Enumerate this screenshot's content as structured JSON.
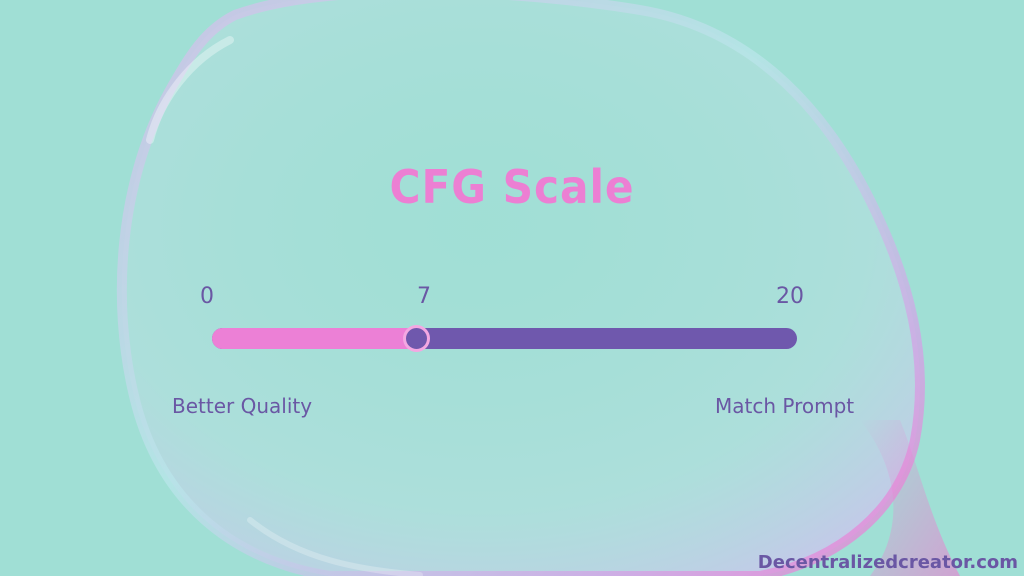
{
  "title": "CFG Scale",
  "slider": {
    "min_label": "0",
    "value_label": "7",
    "max_label": "20",
    "min": 0,
    "max": 20,
    "value": 7,
    "left_caption": "Better Quality",
    "right_caption": "Match Prompt",
    "fill_color": "#ec80d6",
    "track_color": "#6f58ad"
  },
  "watermark": "Decentralizedcreator.com",
  "colors": {
    "background": "#a0dfd5",
    "title": "#ec7fd3",
    "text": "#6a57a4"
  }
}
